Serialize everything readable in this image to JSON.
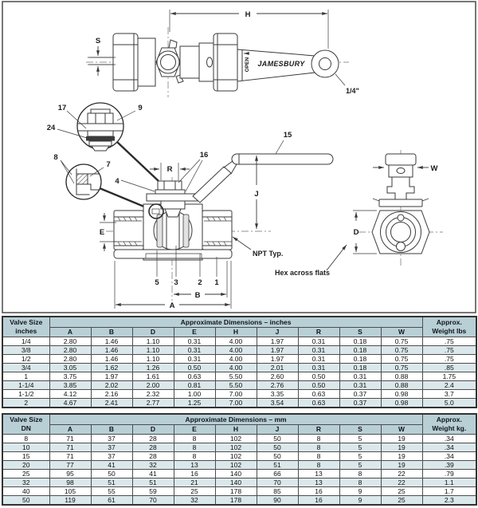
{
  "drawing": {
    "labels": {
      "h": "H",
      "s": "S",
      "open": "OPEN",
      "brand": "JAMESBURY",
      "handle_hole": "1/4\"",
      "p17": "17",
      "p24": "24",
      "p9": "9",
      "p8": "8",
      "p7": "7",
      "p4": "4",
      "p16": "16",
      "p15": "15",
      "r": "R",
      "j": "J",
      "e": "E",
      "p5": "5",
      "p3": "3",
      "p2": "2",
      "p1": "1",
      "b": "B",
      "a": "A",
      "npt": "NPT Typ.",
      "hex": "Hex across flats",
      "w": "W",
      "d": "D"
    }
  },
  "tables": {
    "inches": {
      "size_header_line1": "Valve Size",
      "size_header_line2": "inches",
      "dims_header": "Approximate Dimensions – inches",
      "weight_header_line1": "Approx.",
      "weight_header_line2": "Weight lbs",
      "columns": [
        "A",
        "B",
        "D",
        "E",
        "H",
        "J",
        "R",
        "S",
        "W"
      ],
      "rows": [
        {
          "size": "1/4",
          "values": [
            "2.80",
            "1.46",
            "1.10",
            "0.31",
            "4.00",
            "1.97",
            "0.31",
            "0.18",
            "0.75"
          ],
          "weight": ".75"
        },
        {
          "size": "3/8",
          "values": [
            "2.80",
            "1.46",
            "1.10",
            "0.31",
            "4.00",
            "1.97",
            "0.31",
            "0.18",
            "0.75"
          ],
          "weight": ".75"
        },
        {
          "size": "1/2",
          "values": [
            "2.80",
            "1.46",
            "1.10",
            "0.31",
            "4.00",
            "1.97",
            "0.31",
            "0.18",
            "0.75"
          ],
          "weight": ".75"
        },
        {
          "size": "3/4",
          "values": [
            "3.05",
            "1.62",
            "1.26",
            "0.50",
            "4.00",
            "2.01",
            "0.31",
            "0.18",
            "0.75"
          ],
          "weight": ".85"
        },
        {
          "size": "1",
          "values": [
            "3.75",
            "1.97",
            "1.61",
            "0.63",
            "5.50",
            "2.60",
            "0.50",
            "0.31",
            "0.88"
          ],
          "weight": "1.75"
        },
        {
          "size": "1-1/4",
          "values": [
            "3.85",
            "2.02",
            "2.00",
            "0.81",
            "5.50",
            "2.76",
            "0.50",
            "0.31",
            "0.88"
          ],
          "weight": "2.4"
        },
        {
          "size": "1-1/2",
          "values": [
            "4.12",
            "2.16",
            "2.32",
            "1.00",
            "7.00",
            "3.35",
            "0.63",
            "0.37",
            "0.98"
          ],
          "weight": "3.7"
        },
        {
          "size": "2",
          "values": [
            "4.67",
            "2.41",
            "2.77",
            "1.25",
            "7.00",
            "3.54",
            "0.63",
            "0.37",
            "0.98"
          ],
          "weight": "5.0"
        }
      ]
    },
    "mm": {
      "size_header_line1": "Valve Size",
      "size_header_line2": "DN",
      "dims_header": "Approximate Dimensions – mm",
      "weight_header_line1": "Approx.",
      "weight_header_line2": "Weight kg.",
      "columns": [
        "A",
        "B",
        "D",
        "E",
        "H",
        "J",
        "R",
        "S",
        "W"
      ],
      "rows": [
        {
          "size": "8",
          "values": [
            "71",
            "37",
            "28",
            "8",
            "102",
            "50",
            "8",
            "5",
            "19"
          ],
          "weight": ".34"
        },
        {
          "size": "10",
          "values": [
            "71",
            "37",
            "28",
            "8",
            "102",
            "50",
            "8",
            "5",
            "19"
          ],
          "weight": ".34"
        },
        {
          "size": "15",
          "values": [
            "71",
            "37",
            "28",
            "8",
            "102",
            "50",
            "8",
            "5",
            "19"
          ],
          "weight": ".34"
        },
        {
          "size": "20",
          "values": [
            "77",
            "41",
            "32",
            "13",
            "102",
            "51",
            "8",
            "5",
            "19"
          ],
          "weight": ".39"
        },
        {
          "size": "25",
          "values": [
            "95",
            "50",
            "41",
            "16",
            "140",
            "66",
            "13",
            "8",
            "22"
          ],
          "weight": ".79"
        },
        {
          "size": "32",
          "values": [
            "98",
            "51",
            "51",
            "21",
            "140",
            "70",
            "13",
            "8",
            "22"
          ],
          "weight": "1.1"
        },
        {
          "size": "40",
          "values": [
            "105",
            "55",
            "59",
            "25",
            "178",
            "85",
            "16",
            "9",
            "25"
          ],
          "weight": "1.7"
        },
        {
          "size": "50",
          "values": [
            "119",
            "61",
            "70",
            "32",
            "178",
            "90",
            "16",
            "9",
            "25"
          ],
          "weight": "2.3"
        }
      ]
    }
  },
  "colors": {
    "table_header_bg": "#b9cfd6",
    "table_alt_row_bg": "#dbe8eb",
    "line": "#3a3a3a",
    "border": "#333333"
  }
}
